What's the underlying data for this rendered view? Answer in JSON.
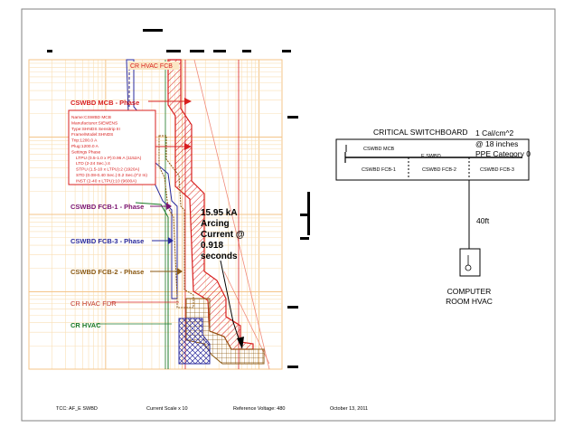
{
  "tcc": {
    "curve_labels": {
      "main": "CR HVAC FCB",
      "mcb": "CSWBD MCB - Phase",
      "fcb1": "CSWBD FCB-1 - Phase",
      "fcb3": "CSWBD FCB-3 - Phase",
      "fcb2": "CSWBD FCB-2 - Phase",
      "crfdr": "CR HVAC FDR",
      "crhvac": "CR HVAC"
    },
    "settings_box": [
      "Name:CSWBD MCB",
      "Manufacturer:SIEMENS",
      "Type:SHNDS Sensitrip III",
      "Frame/Model:SHNDS",
      "Trip:1200.0 A",
      "Plug:1200.0 A",
      "Settings Phase",
      "LTPU (0.5-1.0 x P):0.96 A (1152A)",
      "LTD (2-24 Sec.):4",
      "STPU (1.5-10 x LTPU):2 (1920A)",
      "STD (0.08-0.40 Sec.):0.2 Sec.(I^2 In)",
      "INST (2-40 x LTPU):10 (9600A)"
    ],
    "arc_flash_note": [
      "15.95 kA",
      "Arcing",
      "Current @",
      "0.918",
      "seconds"
    ]
  },
  "one_line": {
    "title": "CRITICAL SWITCHBOARD",
    "incident_energy": [
      "1 Cal/cm^2",
      "@ 18 inches",
      "PPE Category 0"
    ],
    "main_breaker": "CSWBD MCB",
    "bus_label": "E SWBD",
    "feeders": [
      "CSWBD FCB-1",
      "CSWBD FCB-2",
      "CSWBD FCB-3"
    ],
    "cable_length": "40ft",
    "load_label": [
      "COMPUTER",
      "ROOM HVAC"
    ]
  },
  "footer": {
    "tcc_name": "TCC:  AF_E SWBD",
    "current_scale": "Current Scale  x 10",
    "reference_voltage": "Reference Voltage: 480",
    "date": "October 13, 2011"
  },
  "colors": {
    "grid_orange": "#f4c58a",
    "grid_light": "#f9dfb5",
    "red": "#d8201f",
    "navy": "#2a2a9c",
    "purple": "#7a1470",
    "brown": "#8b5a14",
    "green": "#1a7a2a",
    "maroon": "#7a2a1a"
  }
}
